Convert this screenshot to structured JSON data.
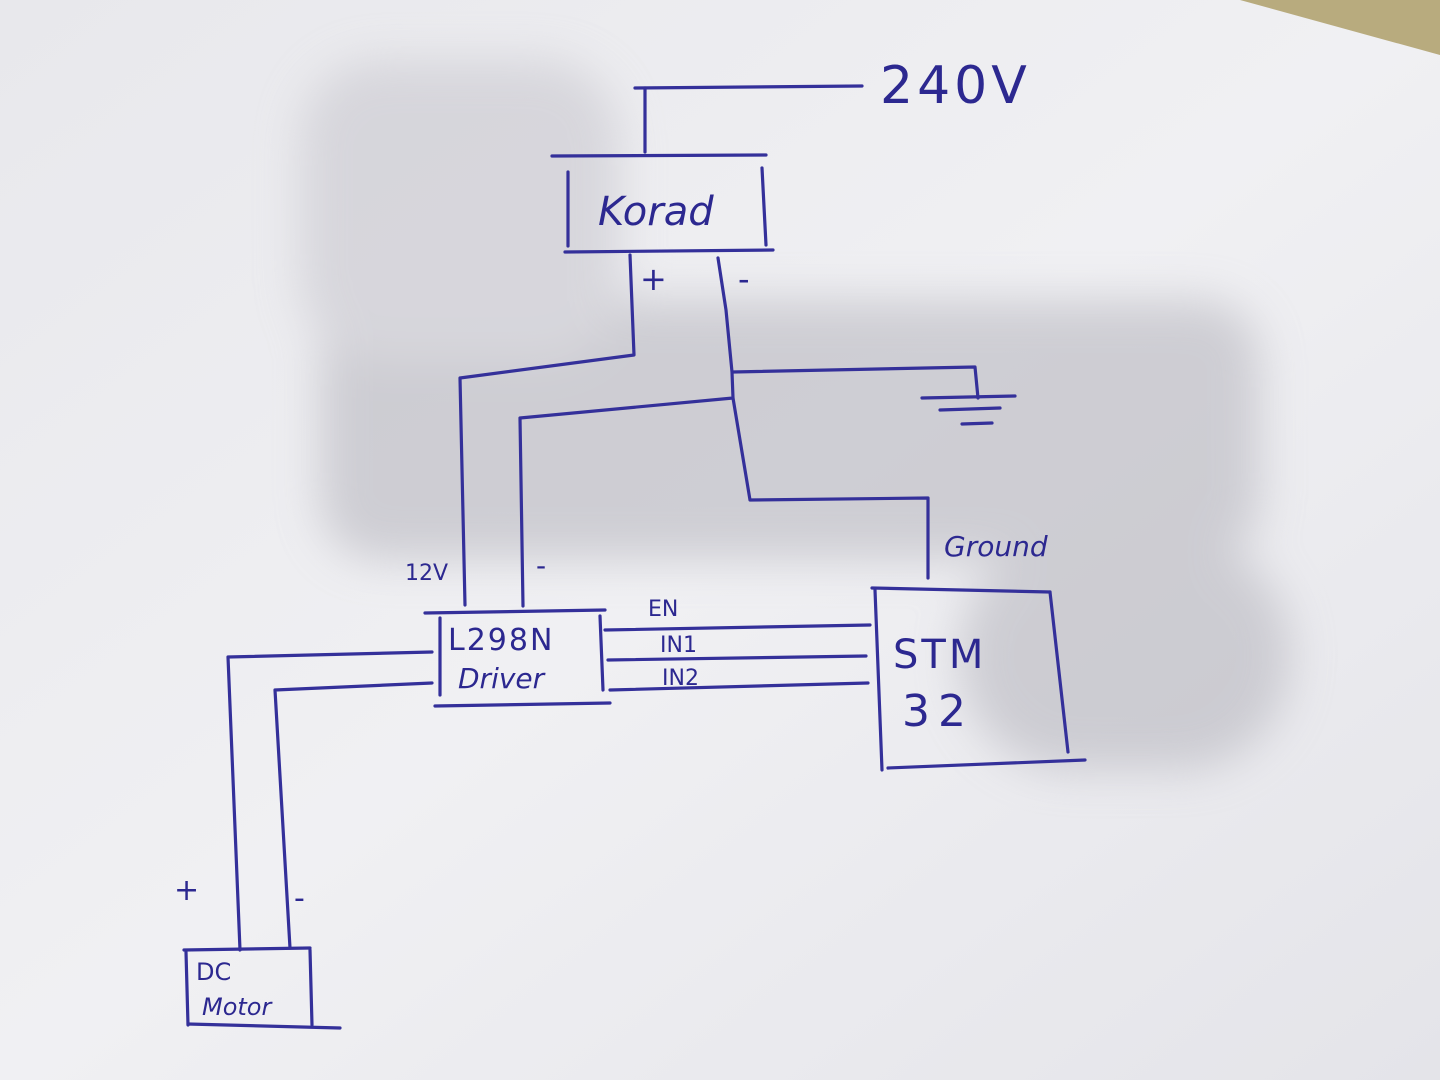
{
  "diagram": {
    "supply": {
      "label": "240V"
    },
    "psu": {
      "label": "Korad",
      "plus": "+",
      "minus": "-"
    },
    "driver": {
      "label_line1": "L298N",
      "label_line2": "Driver",
      "supply_label": "12V",
      "minus_label": "-"
    },
    "signals": [
      "EN",
      "IN1",
      "IN2"
    ],
    "mcu": {
      "label_line1": "STM",
      "label_line2": "32",
      "ground_label": "Ground"
    },
    "motor": {
      "label_line1": "DC",
      "label_line2": "Motor",
      "plus": "+",
      "minus": "-"
    },
    "ink_color": "#34309a",
    "paper_color": "#ecebef"
  }
}
